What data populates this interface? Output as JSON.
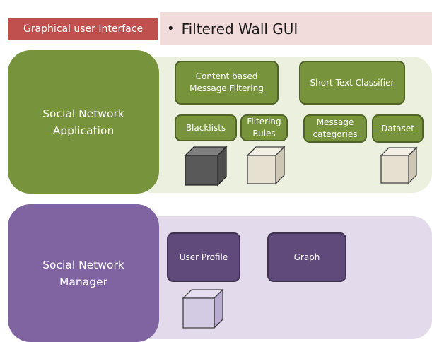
{
  "header": {
    "gui_label": "Graphical user Interface",
    "wall_title": "Filtered Wall GUI",
    "bullet": "•"
  },
  "application": {
    "label_line1": "Social Network",
    "label_line2": "Application",
    "components": {
      "content_filtering_line1": "Content based",
      "content_filtering_line2": "Message Filtering",
      "short_text_classifier": "Short Text Classifier",
      "blacklists": "Blacklists",
      "filtering_rules_line1": "Filtering",
      "filtering_rules_line2": "Rules",
      "message_categories_line1": "Message",
      "message_categories_line2": "categories",
      "dataset": "Dataset"
    }
  },
  "manager": {
    "label_line1": "Social Network",
    "label_line2": "Manager",
    "components": {
      "user_profile": "User Profile",
      "graph": "Graph"
    }
  },
  "colors": {
    "gui_red": "#c0504d",
    "wall_pink": "#f2dcdb",
    "app_green": "#77933c",
    "app_panel": "#ebf1de",
    "mgr_purple": "#8064a2",
    "mgr_panel": "#e3dbeb",
    "mgr_box": "#604a7b"
  }
}
